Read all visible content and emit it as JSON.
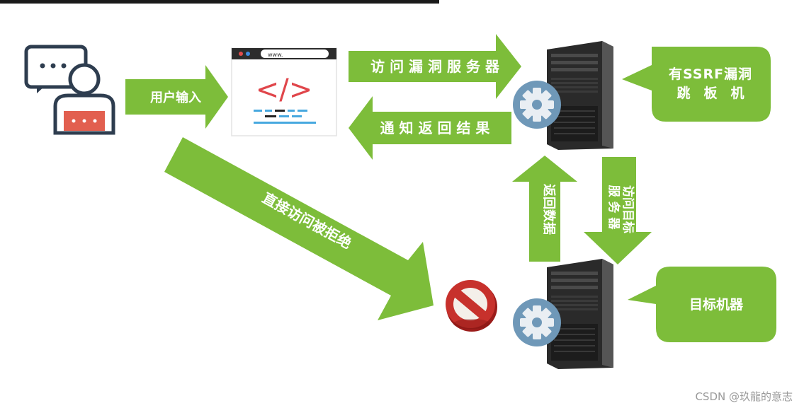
{
  "diagram": {
    "arrows": {
      "user_input": "用户输入",
      "access_vuln_server": "访 问 漏 洞 服 务 器",
      "notify_result": "通 知 返 回 结 果",
      "direct_access_denied": "直接访问被拒绝",
      "return_data": "返回数据",
      "access_target_line1": "访问目标",
      "access_target_line2": "服 务 器"
    },
    "callouts": {
      "ssrf_line1": "有SSRF漏洞",
      "ssrf_line2": "跳　板　机",
      "target_machine": "目标机器"
    },
    "browser": {
      "address": "www.",
      "code_symbol": "</>"
    }
  },
  "colors": {
    "arrow_green": "#7dbd3a",
    "server_dark": "#2b2b2b",
    "gear_blue": "#6f98b8",
    "forbidden_red": "#b3221f",
    "code_red": "#e0464b",
    "line_blue": "#47a8df"
  },
  "watermark": "CSDN @玖龍的意志"
}
